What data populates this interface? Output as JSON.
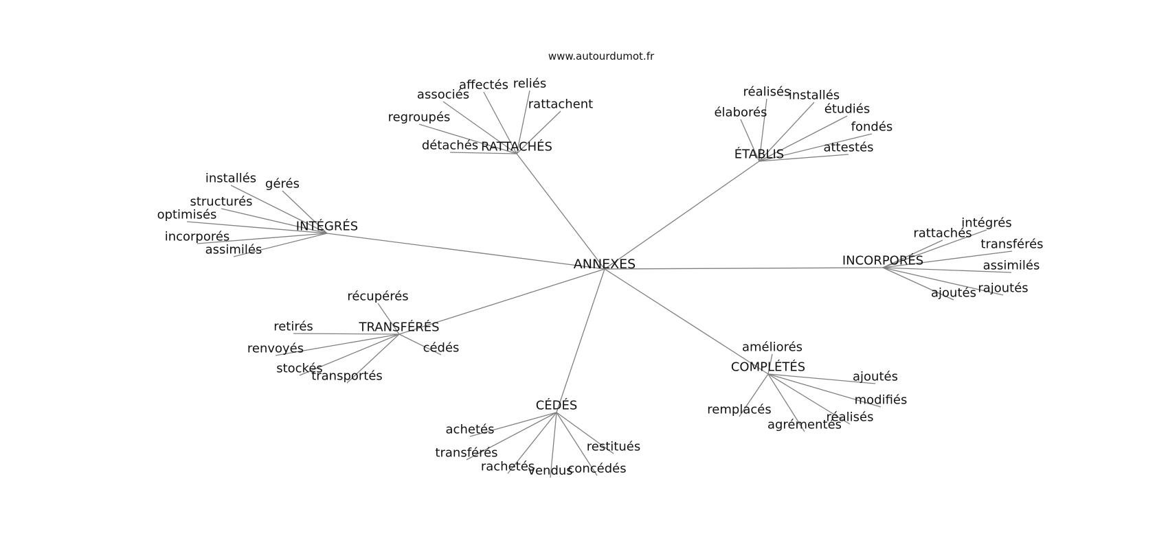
{
  "source": "www.autourdumot.fr",
  "center": "ANNEXES",
  "clusters": [
    {
      "name": "RATTACHÉS",
      "words": [
        "affectés",
        "reliés",
        "associés",
        "rattachent",
        "regroupés",
        "détachés"
      ]
    },
    {
      "name": "ÉTABLIS",
      "words": [
        "réalisés",
        "installés",
        "élaborés",
        "étudiés",
        "fondés",
        "attestés"
      ]
    },
    {
      "name": "INTÉGRÉS",
      "words": [
        "installés",
        "gérés",
        "structurés",
        "optimisés",
        "incorporés",
        "assimilés"
      ]
    },
    {
      "name": "INCORPORÉS",
      "words": [
        "intégrés",
        "rattachés",
        "transférés",
        "assimilés",
        "rajoutés",
        "ajoutés"
      ]
    },
    {
      "name": "TRANSFÉRÉS",
      "words": [
        "récupérés",
        "retirés",
        "cédés",
        "renvoyés",
        "stockés",
        "transportés"
      ]
    },
    {
      "name": "COMPLÉTÉS",
      "words": [
        "améliorés",
        "ajoutés",
        "modifiés",
        "remplacés",
        "réalisés",
        "agrémentés"
      ]
    },
    {
      "name": "CÉDÉS",
      "words": [
        "achetés",
        "restitués",
        "transférés",
        "rachetés",
        "vendus",
        "concédés"
      ]
    }
  ]
}
